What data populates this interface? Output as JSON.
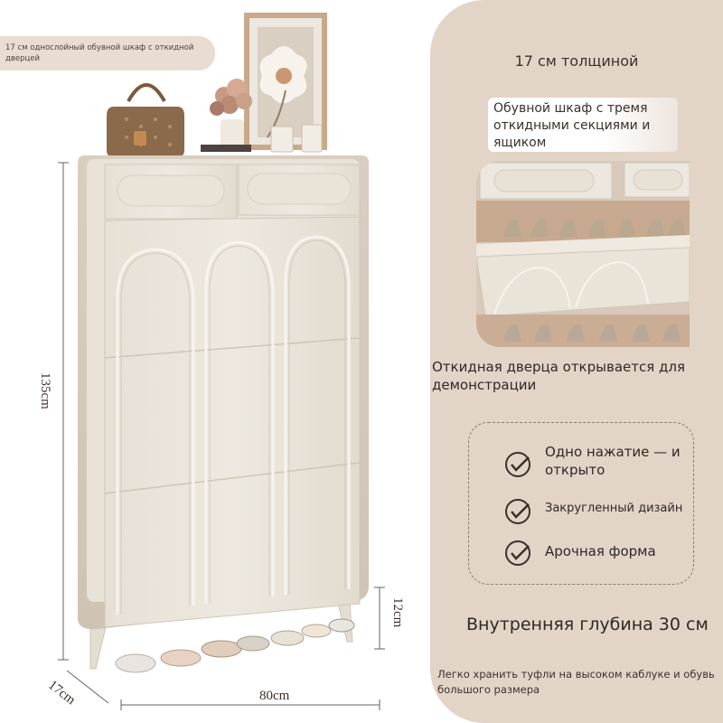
{
  "top_badge": {
    "text": "17 см однослойный обувной шкаф с откидной дверцей"
  },
  "dimensions": {
    "height": "135cm",
    "leg_height": "12cm",
    "depth": "17cm",
    "width": "80cm"
  },
  "right_panel": {
    "thickness": "17 см толщиной",
    "flip_label": "Обувной шкаф с тремя откидными секциями и ящиком",
    "demo_text": "Откидная дверца открывается для демонстрации",
    "features": [
      {
        "text": "Одно нажатие — и открыто",
        "icon": "check-circle-icon"
      },
      {
        "text": "Закругленный дизайн",
        "icon": "check-circle-icon"
      },
      {
        "text": "Арочная форма",
        "icon": "check-circle-icon"
      }
    ],
    "depth_title": "Внутренняя глубина 30 см",
    "depth_note": "Легко хранить туфли на высоком каблуке и обувь большого размера"
  },
  "colors": {
    "panel": "#e3d4c8",
    "badge": "#e9ddd3",
    "cabinet": "#ebe6dc",
    "cabinet_shadow": "#d9d2c5"
  }
}
